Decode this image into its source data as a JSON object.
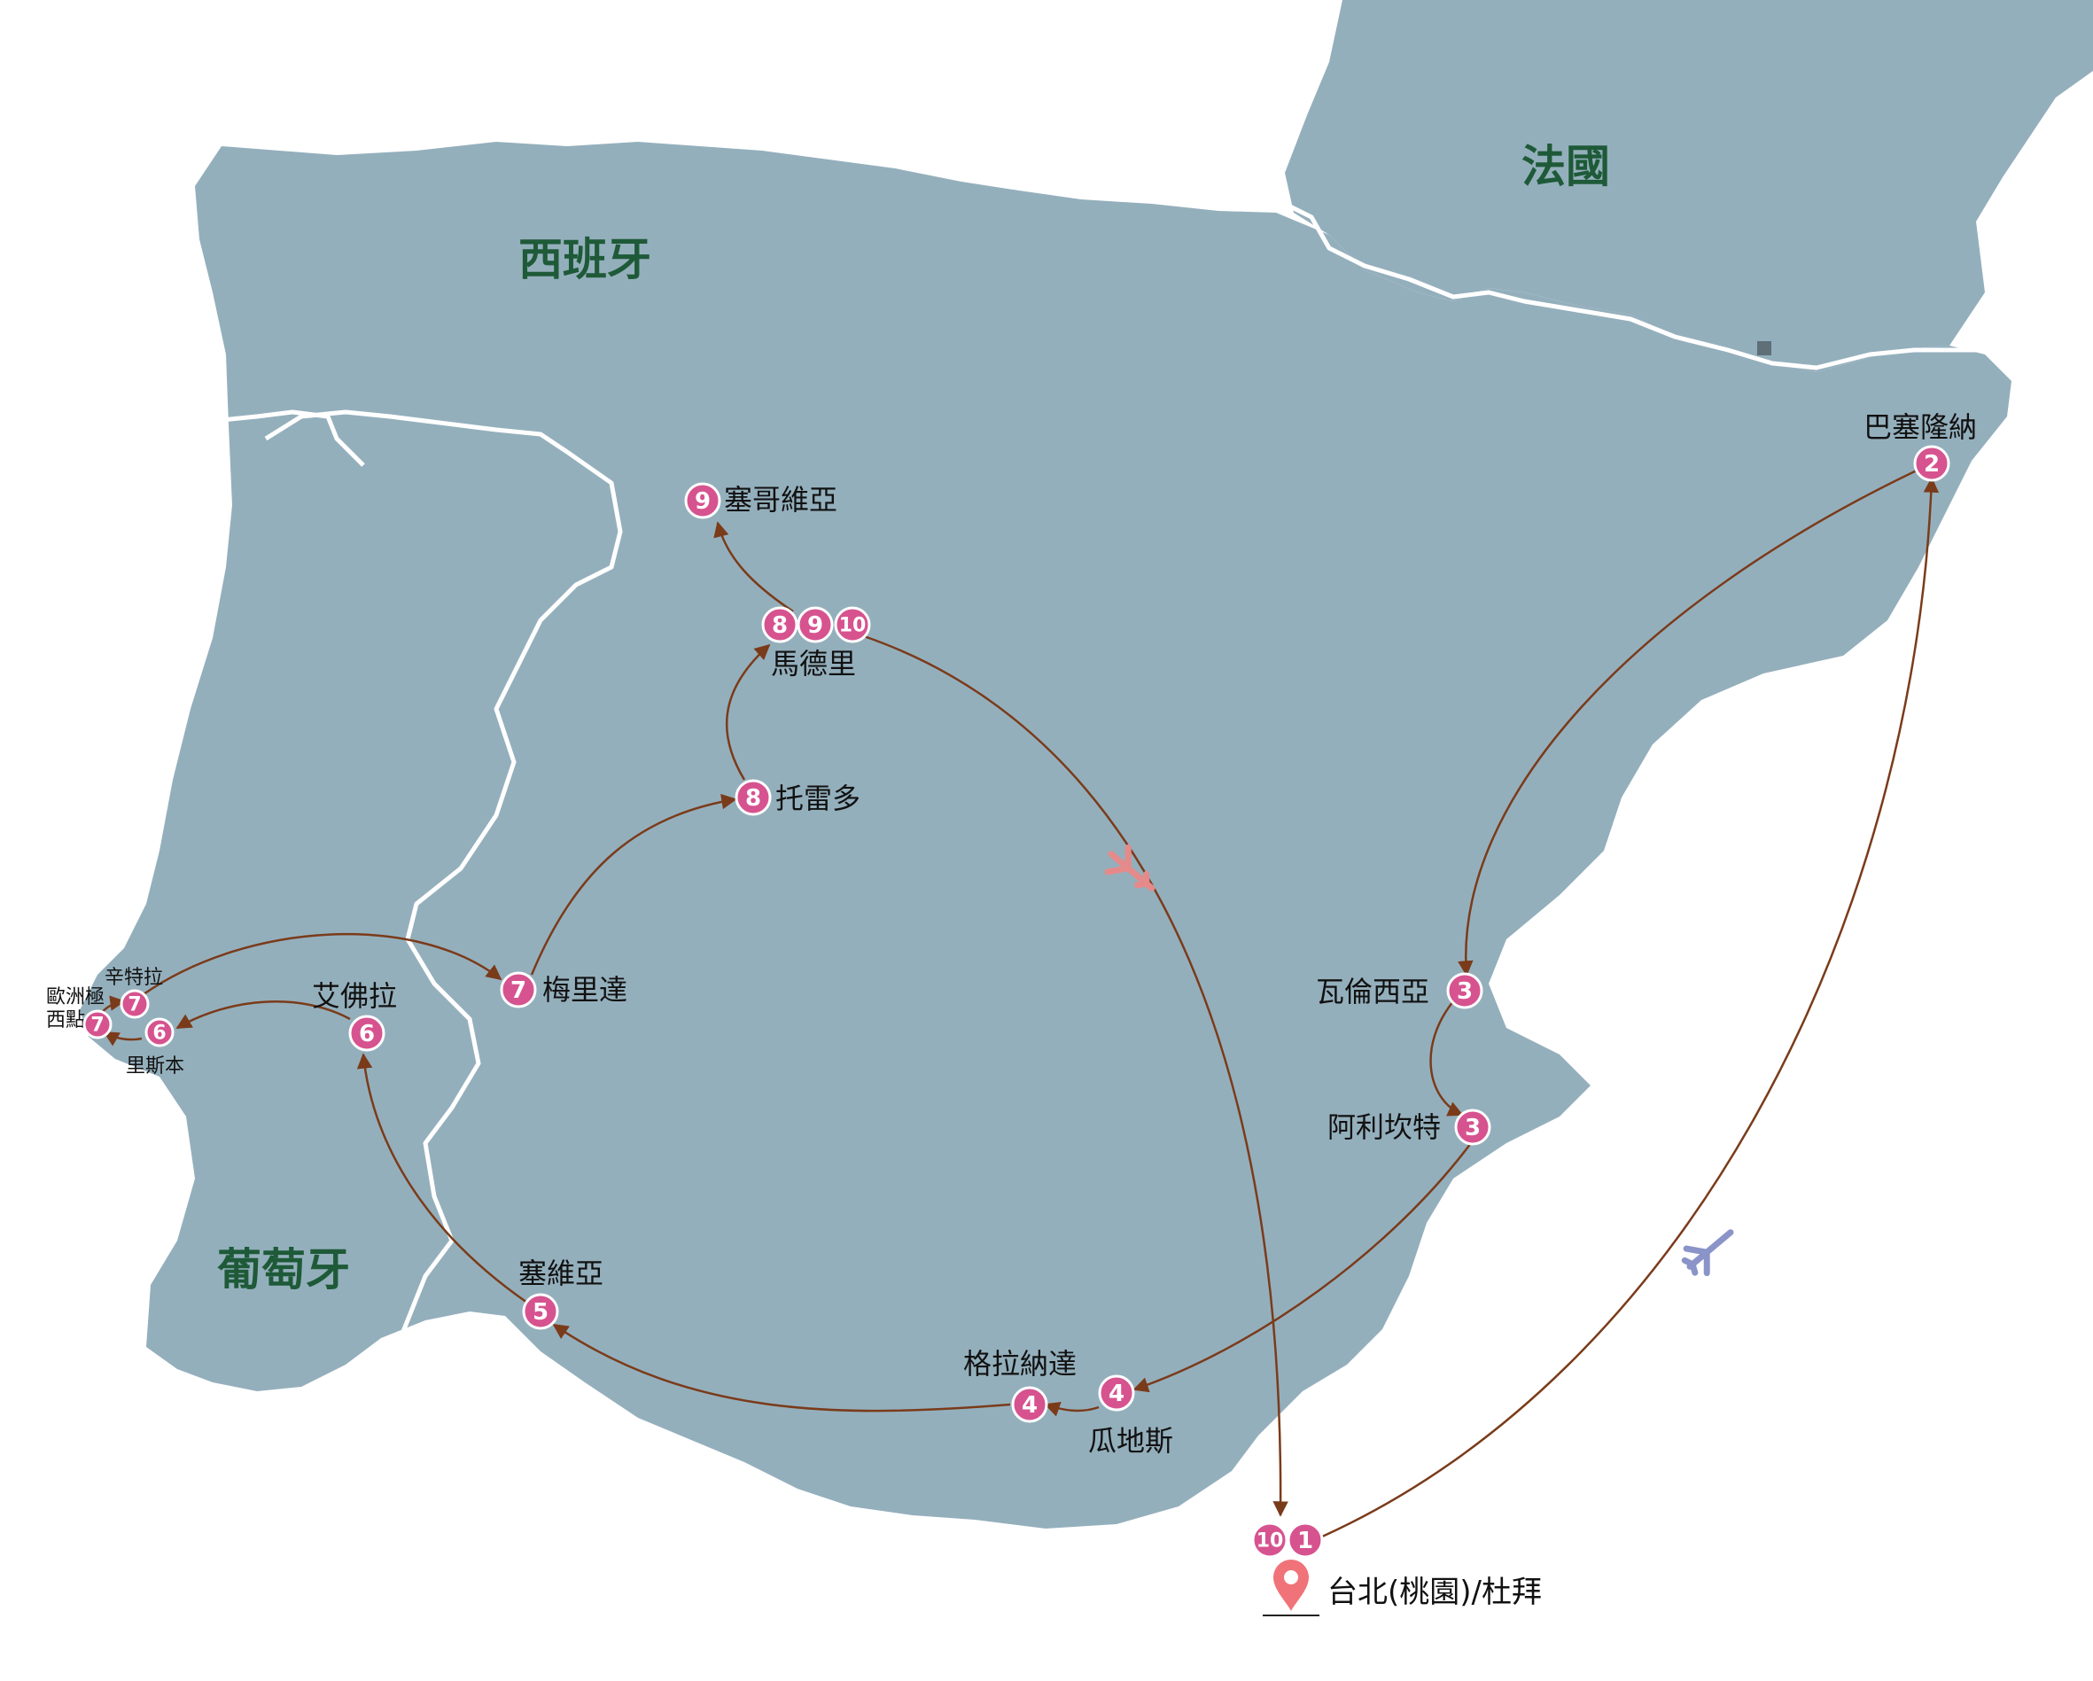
{
  "countries": {
    "spain": "西班牙",
    "france": "法國",
    "portugal": "葡萄牙"
  },
  "cities": {
    "barcelona": "巴塞隆納",
    "segovia": "塞哥維亞",
    "madrid": "馬德里",
    "toledo": "托雷多",
    "merida": "梅里達",
    "sintra": "辛特拉",
    "cabo_da_roca": [
      "歐洲極",
      "西點"
    ],
    "lisbon": "里斯本",
    "evora": "艾佛拉",
    "valencia": "瓦倫西亞",
    "alicante": "阿利坎特",
    "seville": "塞維亞",
    "granada": "格拉納達",
    "guadix": "瓜地斯"
  },
  "origin": {
    "label": "台北(桃園)/杜拜",
    "day_start": "1",
    "day_end": "10"
  },
  "markers": {
    "barcelona": "2",
    "valencia": "3",
    "alicante": "3",
    "guadix": "4",
    "granada": "4",
    "seville": "5",
    "evora": "6",
    "lisbon": "6",
    "sintra": "7",
    "cabo_da_roca": "7",
    "merida": "7",
    "toledo": "8",
    "madrid": [
      "8",
      "9",
      "10"
    ],
    "segovia": "9"
  },
  "colors": {
    "land": "#94afbc",
    "sea": "#ffffff",
    "border": "#ffffff",
    "route": "#7a3b1a",
    "marker": "#d6538f",
    "country_label": "#1e5a38",
    "pin": "#f0737a"
  },
  "icons": [
    "airplane-icon",
    "airplane-icon",
    "location-pin-icon",
    "andorra-square-icon"
  ]
}
